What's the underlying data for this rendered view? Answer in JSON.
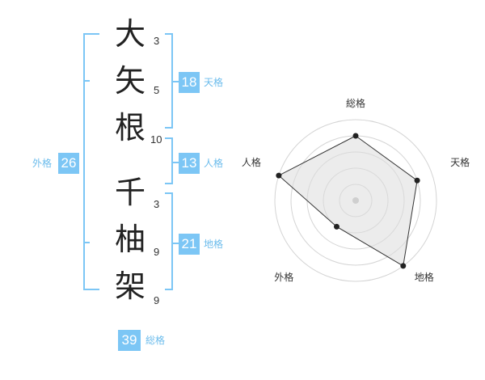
{
  "name": {
    "surname": [
      {
        "char": "大",
        "strokes": "3"
      },
      {
        "char": "矢",
        "strokes": "5"
      },
      {
        "char": "根",
        "strokes": "10"
      }
    ],
    "given": [
      {
        "char": "千",
        "strokes": "3"
      },
      {
        "char": "柚",
        "strokes": "9"
      },
      {
        "char": "架",
        "strokes": "9"
      }
    ]
  },
  "fortunes": {
    "tenkaku": {
      "value": "18",
      "label": "天格"
    },
    "jinkaku": {
      "value": "13",
      "label": "人格"
    },
    "chikaku": {
      "value": "21",
      "label": "地格"
    },
    "gaikaku": {
      "value": "26",
      "label": "外格"
    },
    "soukaku": {
      "value": "39",
      "label": "総格"
    }
  },
  "radar": {
    "axes": [
      "総格",
      "天格",
      "地格",
      "外格",
      "人格"
    ],
    "levels": 5,
    "scores": [
      4,
      4,
      5,
      2,
      5
    ],
    "max": 5
  },
  "colors": {
    "accent": "#7cc6f5",
    "label": "#6cbcec",
    "radar_fill": "#e8e8e8",
    "radar_stroke": "#333333"
  }
}
